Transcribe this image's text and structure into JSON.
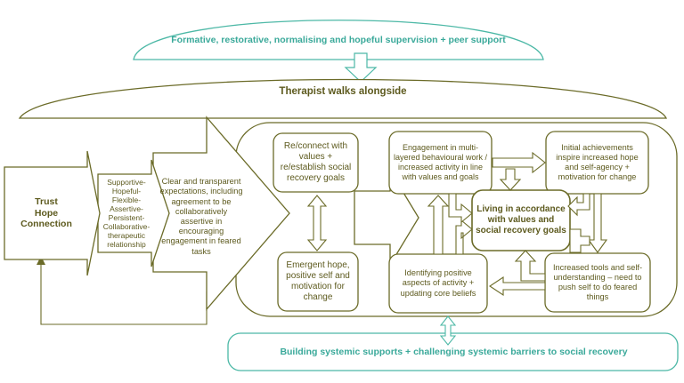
{
  "colors": {
    "olive": "#6b6b28",
    "teal": "#4cb8a6",
    "text": "#5d5a1e"
  },
  "supervision": {
    "text": "Formative, restorative, normalising and hopeful supervision + peer support"
  },
  "alongside": {
    "text": "Therapist walks alongside"
  },
  "systemic": {
    "text": "Building systemic supports + challenging systemic barriers to social recovery"
  },
  "trust": {
    "text": "Trust\nHope\nConnection"
  },
  "qualities": {
    "text": "Supportive-\nHopeful-\nFlexible-\nAssertive-\nPersistent-\nCollaborative-\ntherapeutic\nrelationship"
  },
  "expectations": {
    "text": "Clear and transparent expectations, including agreement to be collaboratively assertive in encouraging engagement in feared tasks"
  },
  "cycle": {
    "reconnect": "Re/connect with values +\nre/establish social recovery goals",
    "engagement": "Engagement in multi-layered behavioural work / increased activity in line with values and goals",
    "initial": "Initial achievements inspire increased hope and self-agency + motivation for change",
    "living": "Living in accordance with values and social recovery goals",
    "emergent": "Emergent hope, positive self and motivation for change",
    "identifying": "Identifying positive aspects of activity + updating core beliefs",
    "tools": "Increased tools and self-understanding  – need to push self to do feared things"
  }
}
